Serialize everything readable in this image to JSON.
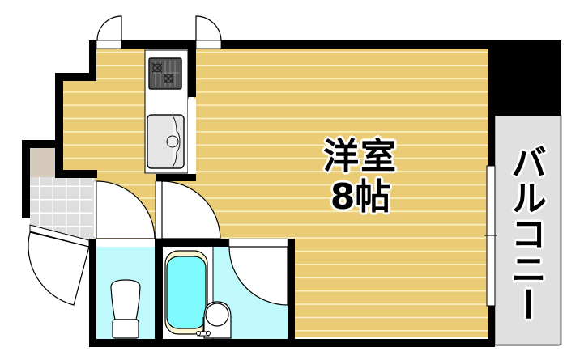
{
  "floor_plan": {
    "rooms": [
      {
        "id": "western-room",
        "name": "洋室",
        "size": "8帖",
        "floor": "wood",
        "color": "#e9cc75"
      },
      {
        "id": "balcony",
        "name": "バルコニー",
        "display": "バルコ二ー",
        "color": "#e0e0e0"
      },
      {
        "id": "kitchen",
        "fixtures": [
          "gas-stove",
          "sink"
        ]
      },
      {
        "id": "entrance",
        "color": "#dedede"
      },
      {
        "id": "shoe-closet",
        "color": "#d6cabd"
      },
      {
        "id": "toilet",
        "color": "#bff9fb"
      },
      {
        "id": "bathroom",
        "fixtures": [
          "bathtub",
          "washbasin"
        ],
        "color": "#bff9fb"
      }
    ],
    "labels": {
      "room_name": "洋室",
      "room_size": "8帖",
      "balcony": "バルコニー"
    },
    "colors": {
      "wall": "#000000",
      "wood_floor": "#e9cc75",
      "wood_line": "#fbf0c8",
      "wet_area": "#bff9fb",
      "tub_water": "#80fbfd",
      "tile": "#dedede",
      "balcony": "#e0e0e0"
    }
  }
}
